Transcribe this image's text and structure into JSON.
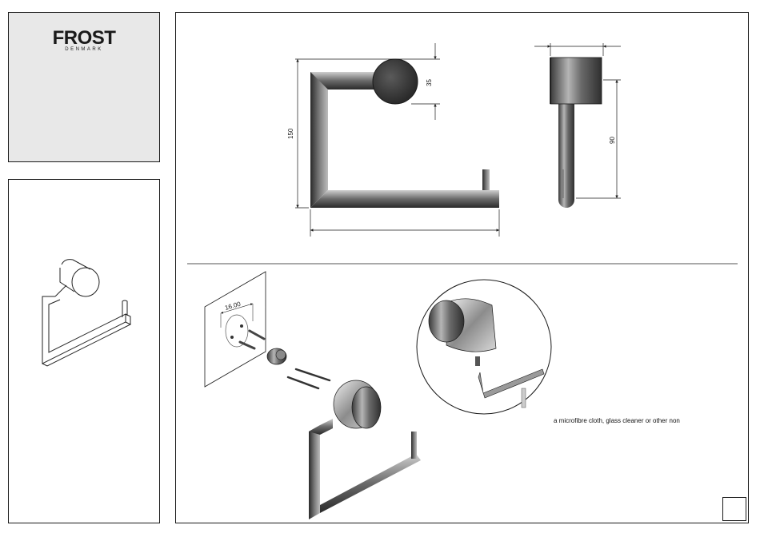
{
  "brand": {
    "name": "FROST",
    "subtitle": "DENMARK"
  },
  "dimensions": {
    "height": "150",
    "diameter": "35",
    "depth": "90",
    "hole_spacing": "16.00"
  },
  "note": "a microfibre cloth, glass cleaner or other non",
  "colors": {
    "panel_bg": "#e8e8e8",
    "line": "#1a1a1a",
    "metal_dark": "#3a3a3a",
    "metal_mid": "#8a8a8a"
  }
}
